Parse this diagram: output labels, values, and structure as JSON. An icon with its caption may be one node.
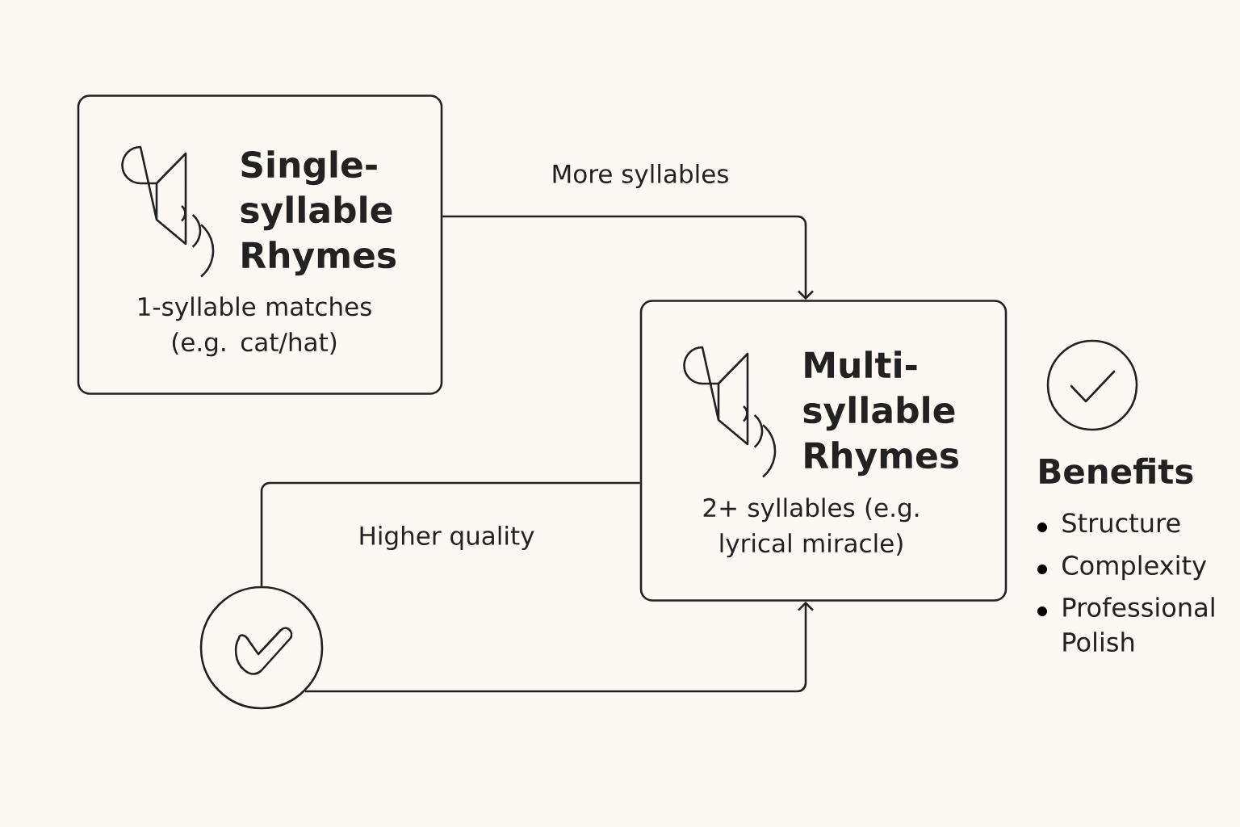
{
  "diagram": {
    "nodes": [
      {
        "text": [
          "Single-syllable Rhymes",
          "1-syllable matches (e.g. cat/hat)"
        ]
      },
      {
        "text": [
          "Multi-syllable Rhymes",
          "2+ syllables (e.g. lyrical miracle)"
        ]
      },
      {
        "text": [],
        "shape": "circle"
      }
    ],
    "edges": [
      {
        "from": 0,
        "to": 1,
        "arrow": "to",
        "label": "More syllables"
      },
      {
        "from": 1,
        "to": 2,
        "arrow": "none",
        "label": "Higher quality"
      },
      {
        "from": 2,
        "to": 1,
        "arrow": "to"
      }
    ],
    "labels": [
      "Benefits",
      "Structure",
      "Complexity",
      "Professional Polish"
    ]
  }
}
